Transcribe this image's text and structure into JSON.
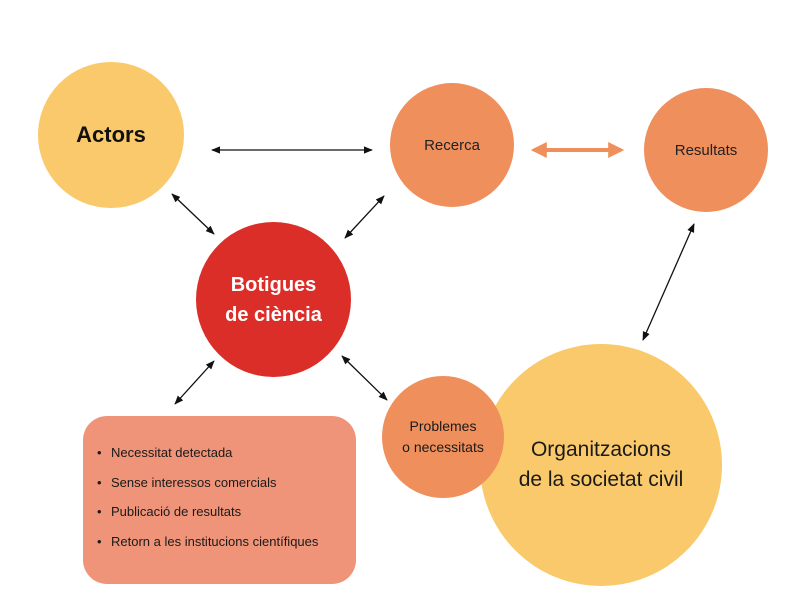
{
  "nodes": {
    "actors": "Actors",
    "recerca": "Recerca",
    "resultats": "Resultats",
    "botigues": "Botigues\nde ciència",
    "osc": "Organitzacions\nde la societat civil",
    "problemes": "Problemes\no necessitats"
  },
  "features": [
    "Necessitat detectada",
    "Sense interessos comercials",
    "Publicació de resultats",
    "Retorn a les institucions científiques"
  ],
  "colors": {
    "yellow": "#f9c96b",
    "orange": "#ef8f5c",
    "red": "#dc2e28",
    "salmon": "#ef9478",
    "arrow": "#111111",
    "arrow_highlight": "#ef8f5c"
  }
}
